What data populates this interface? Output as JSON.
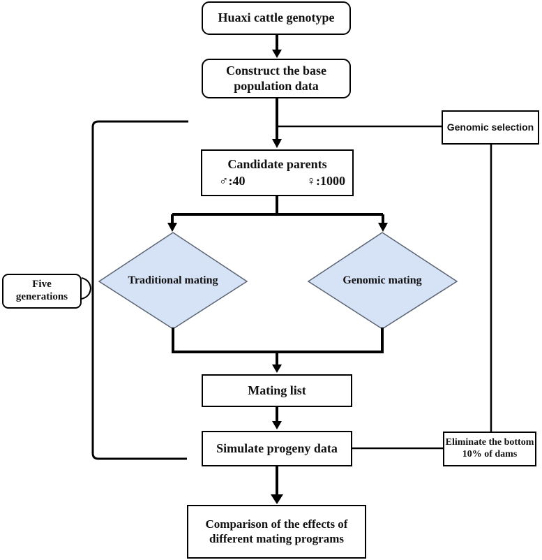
{
  "figure": {
    "type": "flowchart",
    "background": "#ffffff"
  },
  "colors": {
    "diamond_fill": "#d6e2f5",
    "diamond_stroke": "#5a6472",
    "line": "#000000",
    "box_border": "#000000"
  },
  "nodes": {
    "huaxi": {
      "label": "Huaxi cattle genotype"
    },
    "construct": {
      "lines": [
        "Construct the base",
        "population data"
      ]
    },
    "genomic_selection": {
      "label": "Genomic selection"
    },
    "candidate": {
      "title": "Candidate parents",
      "male": "♂:40",
      "female": "♀:1000"
    },
    "five_generations": {
      "lines": [
        "Five",
        "generations"
      ]
    },
    "traditional_mating": {
      "label": "Traditional mating"
    },
    "genomic_mating": {
      "label": "Genomic mating"
    },
    "mating_list": {
      "label": "Mating list"
    },
    "simulate": {
      "label": "Simulate progeny data"
    },
    "eliminate": {
      "lines": [
        "Eliminate the bottom",
        "10% of dams"
      ]
    },
    "comparison": {
      "lines": [
        "Comparison of the effects of",
        "different mating programs"
      ]
    }
  }
}
